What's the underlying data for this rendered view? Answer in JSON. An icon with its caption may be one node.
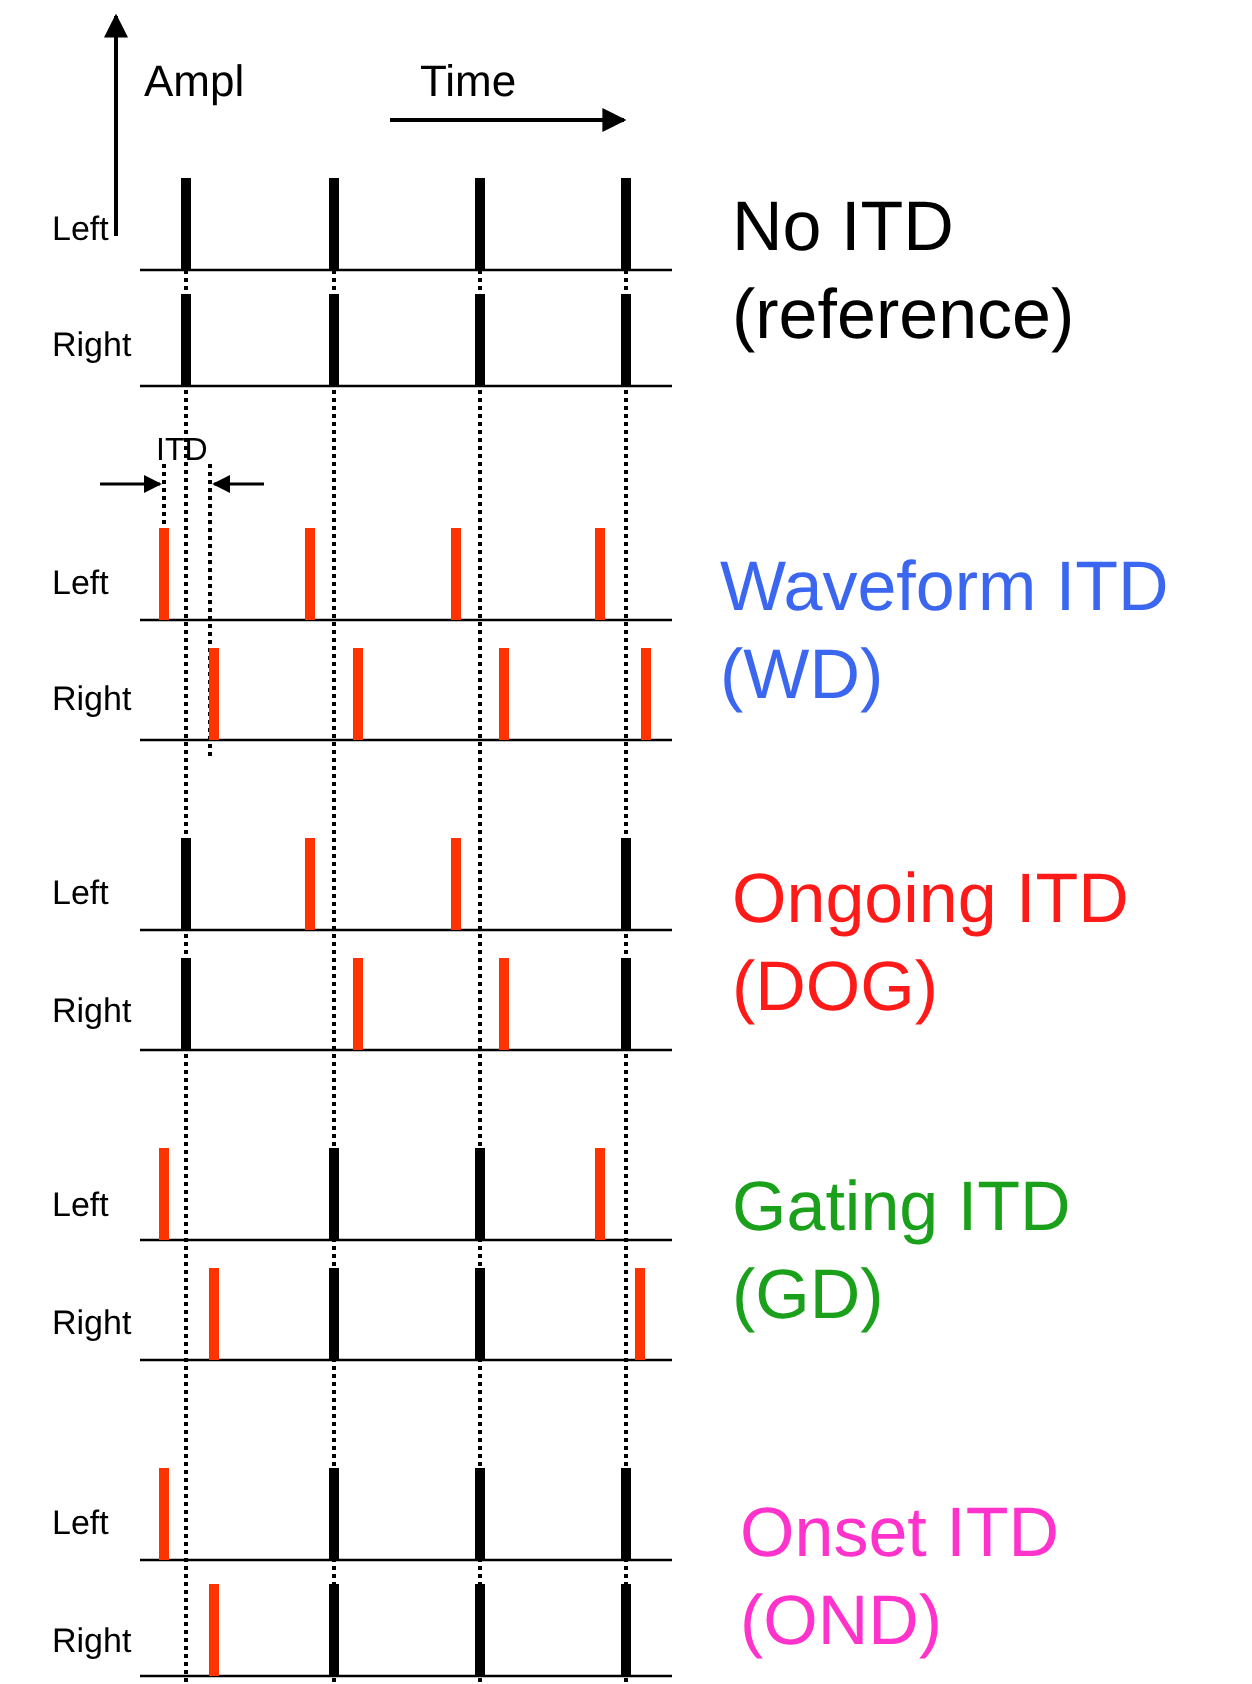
{
  "diagram": {
    "labels": [
      "Ampl",
      "Time",
      "Left",
      "Right",
      "No ITD (reference)",
      "ITD",
      "Left",
      "Right",
      "Waveform ITD (WD)",
      "Left",
      "Right",
      "Ongoing ITD (DOG)",
      "Left",
      "Right",
      "Gating ITD (GD)",
      "Left",
      "Right",
      "Onset ITD (OND)"
    ]
  }
}
